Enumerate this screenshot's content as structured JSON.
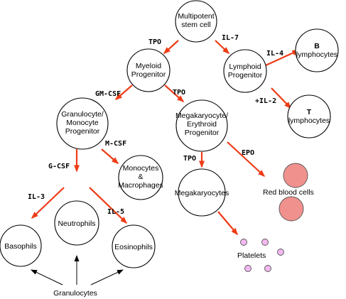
{
  "nodes": {
    "stem_cell": [
      "Multipotent",
      "stem cell"
    ],
    "myeloid": [
      "Myeloid",
      "Progenitor"
    ],
    "lymphoid": [
      "Lymphoid",
      "Progenitor"
    ],
    "b_cells": [
      "B",
      "lymphocytes"
    ],
    "t_cells": [
      "T",
      "lymphocytes"
    ],
    "gm_progenitor": [
      "Granulocyte/",
      "Monocyte",
      "Progenitor"
    ],
    "me_progenitor": [
      "Megakaryocyte/",
      "Erythroid",
      "Progenitor"
    ],
    "monocytes": [
      "Monocytes",
      "&",
      "Macrophages"
    ],
    "megakaryocytes": [
      "Megakaryocytes"
    ],
    "basophils": [
      "Basophils"
    ],
    "neutrophils": [
      "Neutrophils"
    ],
    "eosinophils": [
      "Eosinophils"
    ]
  },
  "labels": {
    "tpo_1": "TPO",
    "il7": "IL-7",
    "il4": "IL-4",
    "il2": "+IL-2",
    "gmcsf": "GM-CSF",
    "tpo_2": "TPO",
    "mcsf": "M-CSF",
    "gcsf": "G-CSF",
    "tpo_3": "TPO",
    "epo": "EPO",
    "il3": "IL-3",
    "il5": "IL-5"
  },
  "text": {
    "red_blood_cells": "Red blood cells",
    "platelets": "Platelets",
    "granulocytes": "Granulocytes"
  },
  "colors": {
    "arrow_red": "#ee3b16",
    "rbc_fill": "#f0918e",
    "platelet_fill": "#f4b8f0"
  }
}
